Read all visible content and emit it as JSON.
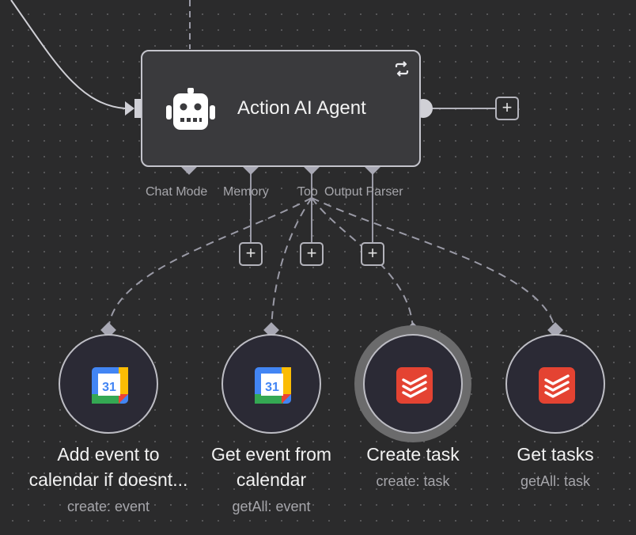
{
  "agent": {
    "title": "Action AI Agent",
    "icon": "robot-icon",
    "status_icon": "loop-icon"
  },
  "ports": [
    {
      "label": "Chat Mode"
    },
    {
      "label": "Memory"
    },
    {
      "label": "Too"
    },
    {
      "label": "Output Parser"
    }
  ],
  "tools": [
    {
      "title_lines": [
        "Add event to",
        "calendar if doesnt..."
      ],
      "subtitle": "create: event",
      "icon": "google-calendar-icon",
      "calendar_day": "31"
    },
    {
      "title_lines": [
        "Get event from",
        "calendar"
      ],
      "subtitle": "getAll: event",
      "icon": "google-calendar-icon",
      "calendar_day": "31"
    },
    {
      "title_lines": [
        "Create task"
      ],
      "subtitle": "create: task",
      "icon": "todoist-icon",
      "selected": true
    },
    {
      "title_lines": [
        "Get tasks"
      ],
      "subtitle": "getAll: task",
      "icon": "todoist-icon"
    }
  ],
  "add_symbol": "+",
  "colors": {
    "background": "#2b2b2c",
    "node_fill": "#3a3a3d",
    "wire": "#9a9aa6",
    "todoist": "#e44332"
  }
}
